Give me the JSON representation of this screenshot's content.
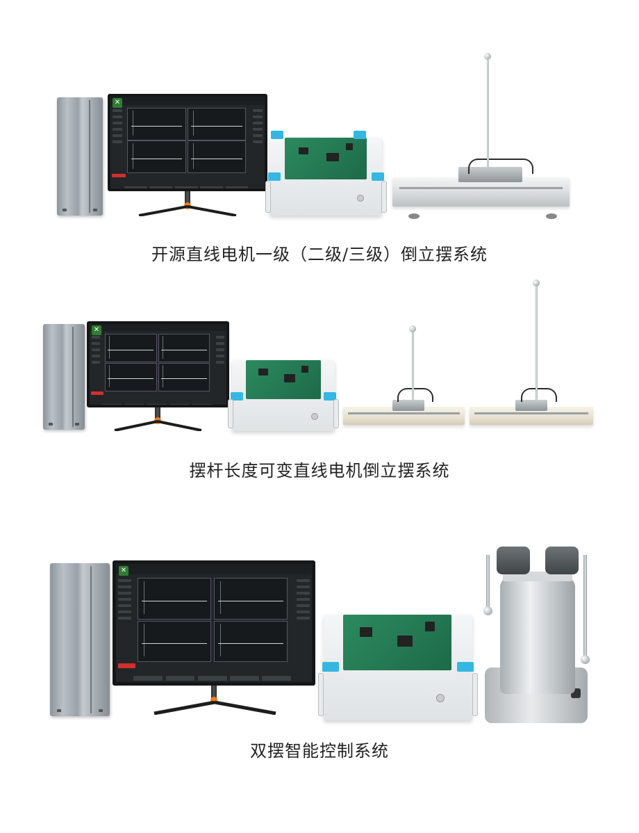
{
  "captions": {
    "first": "开源直线电机一级（二级/三级）倒立摆系统",
    "second": "摆杆长度可变直线电机倒立摆系统",
    "third": "双摆智能控制系统"
  },
  "colors": {
    "accent_orange": "#f07d16",
    "box_corner_blue": "#34b7e1",
    "pcb_green": "#2c8a5f",
    "status_red": "#d32f2f"
  },
  "icons": [
    "pc-tower",
    "monitor",
    "control-box",
    "linear-motor-rail",
    "pendulum-pole",
    "double-pendulum-device"
  ]
}
